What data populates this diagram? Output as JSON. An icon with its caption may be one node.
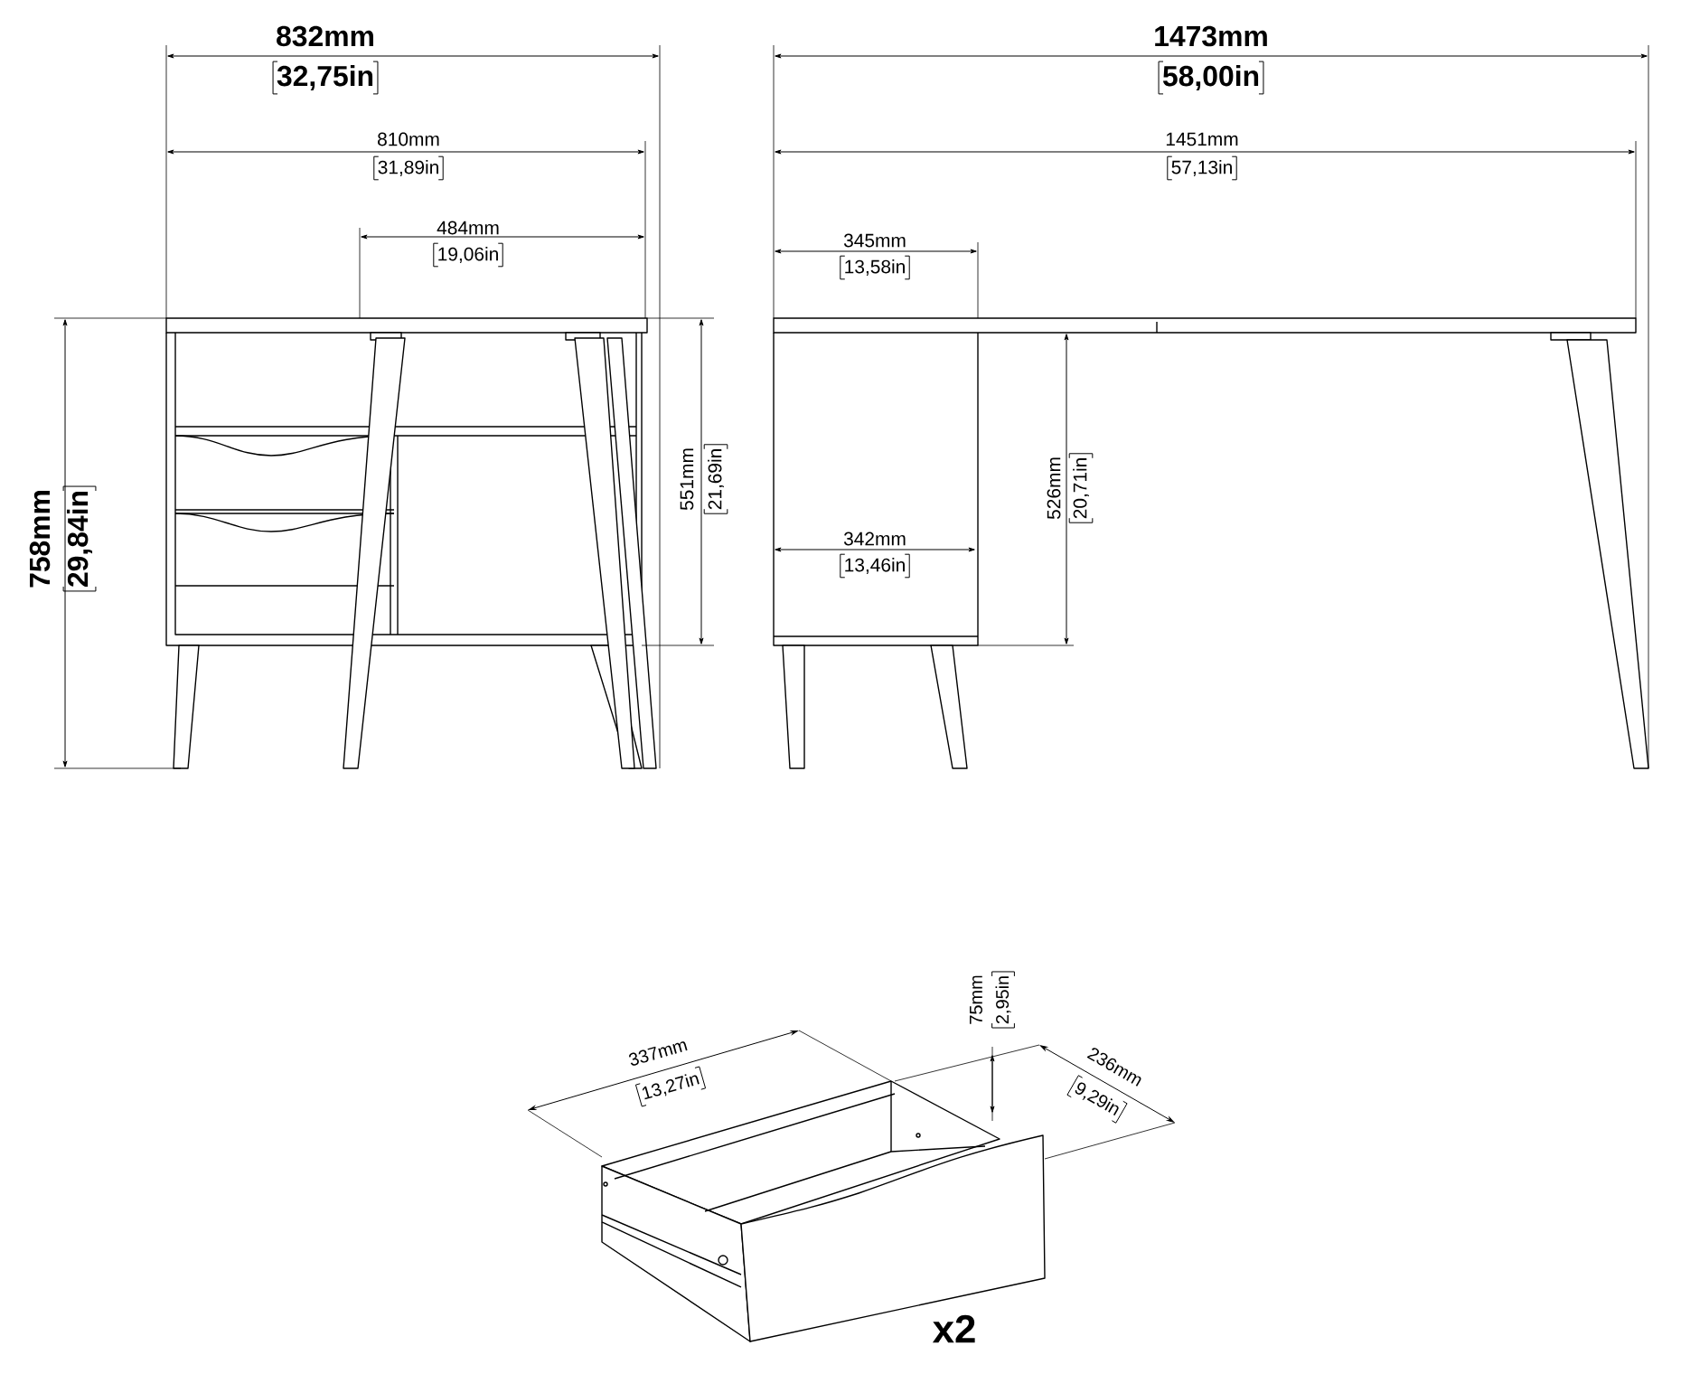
{
  "diagram": {
    "labels": [
      "832mm",
      "32,75in",
      "810mm",
      "31,89in",
      "484mm",
      "19,06in",
      "758mm",
      "29,84in",
      "551mm",
      "21,69in",
      "1473mm",
      "58,00in",
      "1451mm",
      "57,13in",
      "345mm",
      "13,58in",
      "526mm",
      "20,71in",
      "342mm",
      "13,46in",
      "337mm",
      "13,27in",
      "75mm",
      "2,95in",
      "236mm",
      "9,29in",
      "x2"
    ]
  }
}
